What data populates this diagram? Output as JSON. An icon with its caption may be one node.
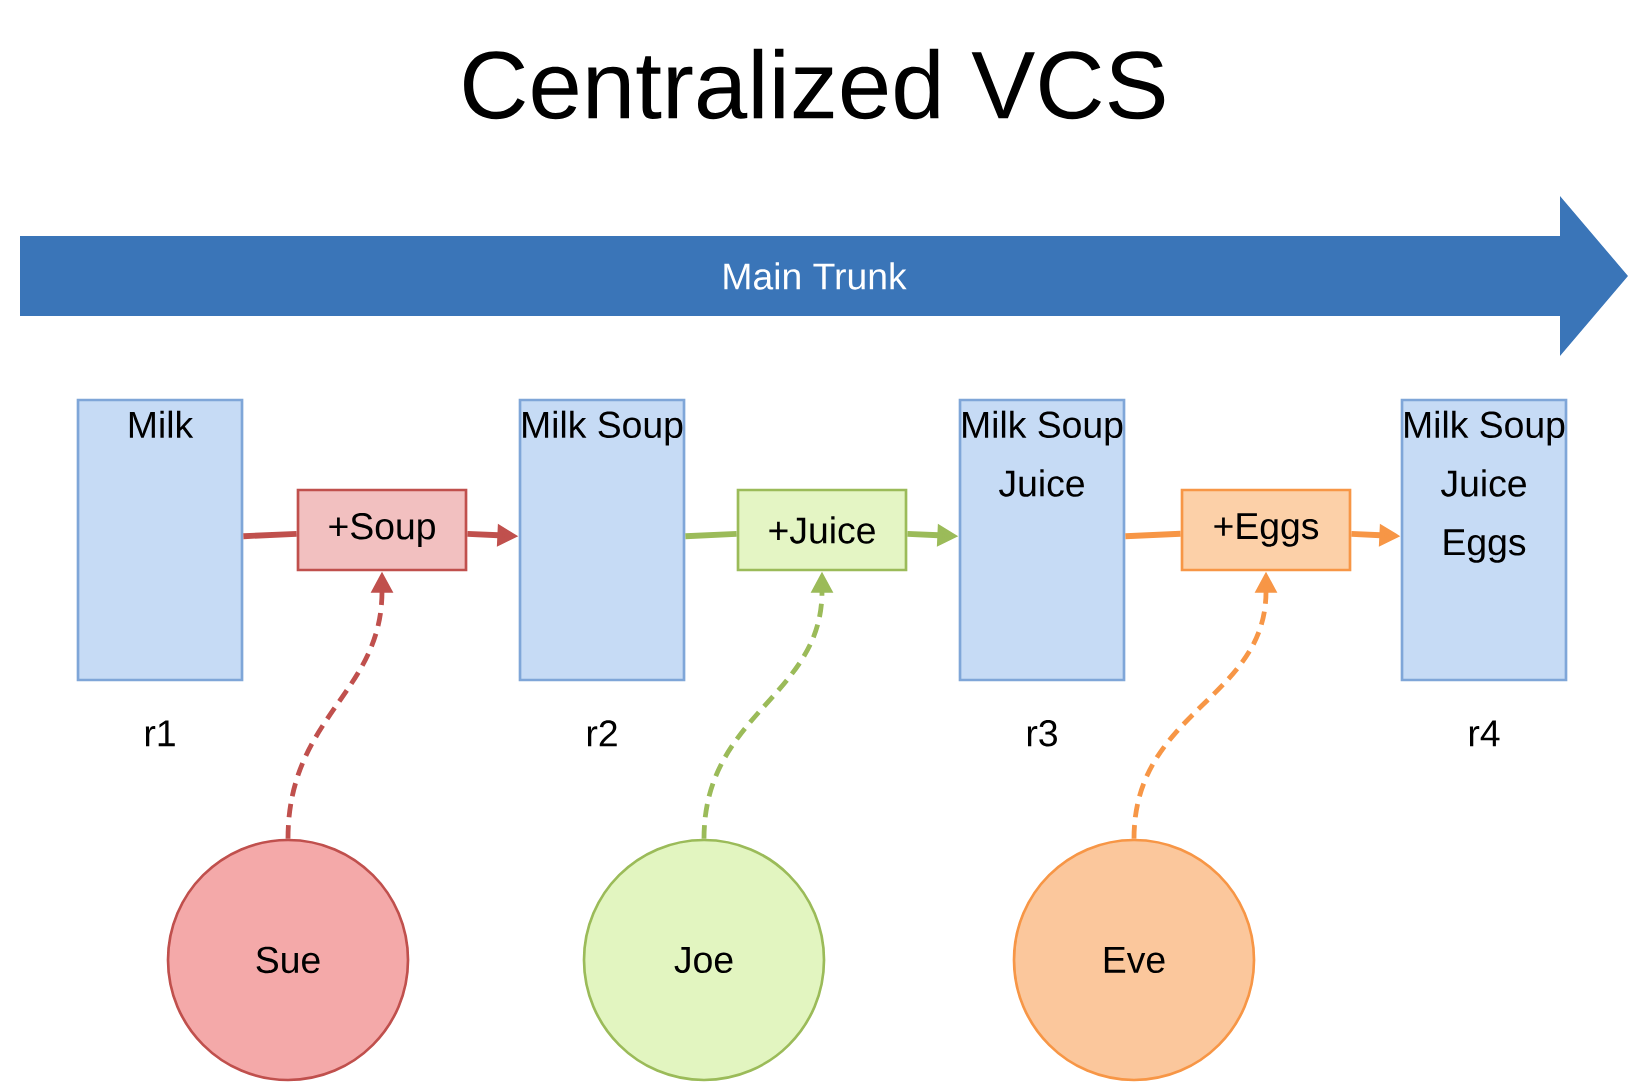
{
  "diagram": {
    "title": "Centralized VCS",
    "nodes": [
      {
        "text": [
          "Main Trunk"
        ]
      },
      {
        "text": [
          "Milk"
        ],
        "beside": [
          "r1"
        ]
      },
      {
        "text": [
          "+Soup"
        ]
      },
      {
        "text": [
          "Milk Soup"
        ],
        "beside": [
          "r2"
        ]
      },
      {
        "text": [
          "+Juice"
        ]
      },
      {
        "text": [
          "Milk Soup Juice"
        ],
        "beside": [
          "r3"
        ]
      },
      {
        "text": [
          "+Eggs"
        ]
      },
      {
        "text": [
          "Milk Soup Juice Eggs"
        ],
        "beside": [
          "r4"
        ]
      },
      {
        "text": [
          "Sue"
        ]
      },
      {
        "text": [
          "Joe"
        ]
      },
      {
        "text": [
          "Eve"
        ]
      }
    ],
    "edges": [
      {
        "from": 1,
        "to": 2,
        "arrow": "none",
        "color": "#c0504d"
      },
      {
        "from": 2,
        "to": 3,
        "arrow": "to",
        "color": "#c0504d"
      },
      {
        "from": 3,
        "to": 4,
        "arrow": "none",
        "color": "#9bbb59"
      },
      {
        "from": 4,
        "to": 5,
        "arrow": "to",
        "color": "#9bbb59"
      },
      {
        "from": 5,
        "to": 6,
        "arrow": "none",
        "color": "#f79646"
      },
      {
        "from": 6,
        "to": 7,
        "arrow": "to",
        "color": "#f79646"
      },
      {
        "from": 8,
        "to": 2,
        "arrow": "to",
        "style": "dashed",
        "color": "#c0504d"
      },
      {
        "from": 9,
        "to": 4,
        "arrow": "to",
        "style": "dashed",
        "color": "#9bbb59"
      },
      {
        "from": 10,
        "to": 6,
        "arrow": "to",
        "style": "dashed",
        "color": "#f79646"
      }
    ]
  }
}
